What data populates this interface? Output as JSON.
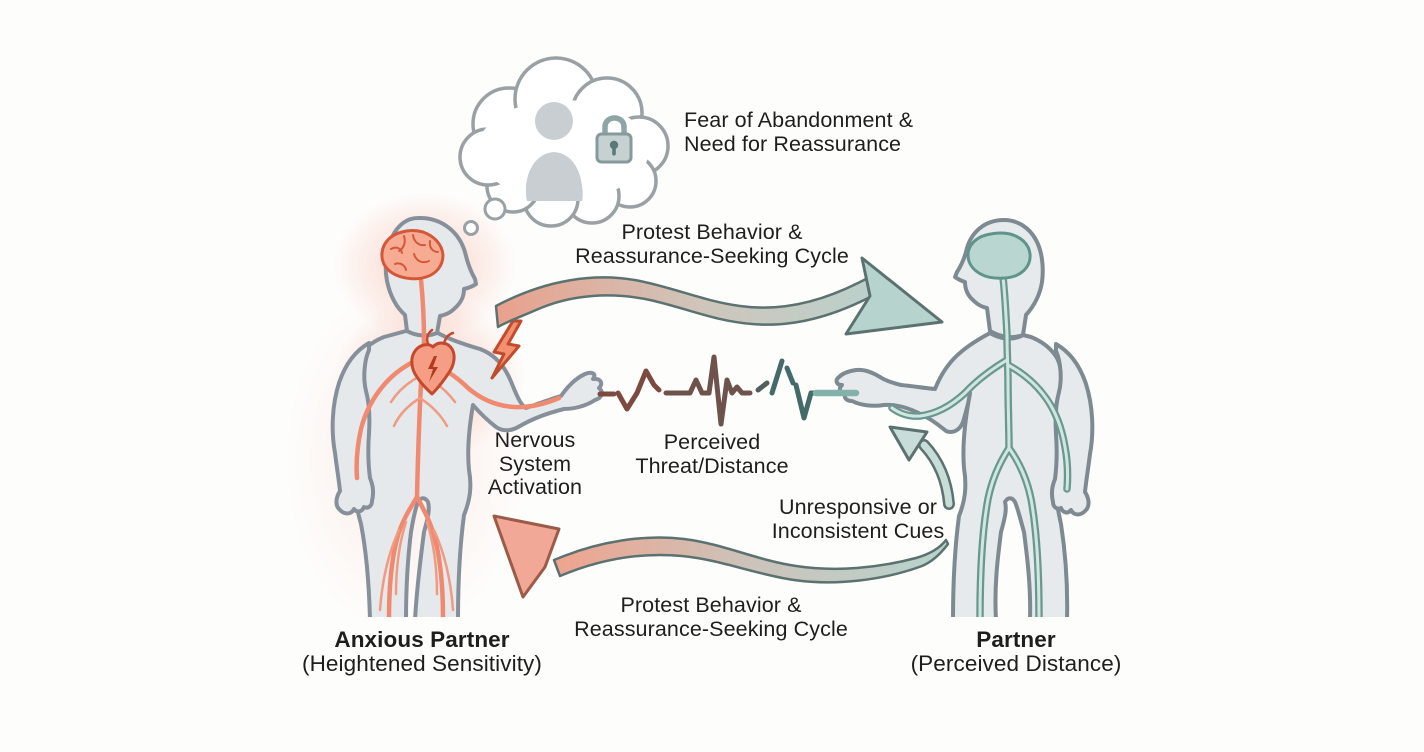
{
  "colors": {
    "background": "#fdfdfc",
    "text": "#1e1e1e",
    "anxious_accent": "#c4492d",
    "anxious_soft": "#f5a18a",
    "partner_accent": "#5f948d",
    "partner_soft": "#b9d7d0",
    "body_fill": "#e5e9eb",
    "body_outline": "#87909a",
    "arrow_outline": "#5c7270",
    "ekg_left": "#7d4a42",
    "ekg_right": "#446b6a"
  },
  "thought_bubble": {
    "line1": "Fear of Abandonment &",
    "line2": "Need for Reassurance",
    "icons": [
      "person-silhouette-icon",
      "lock-icon"
    ]
  },
  "top_arrow": {
    "line1": "Protest Behavior &",
    "line2": "Reassurance-Seeking Cycle",
    "direction": "left-to-right"
  },
  "bottom_arrow": {
    "line1": "Protest Behavior &",
    "line2": "Reassurance-Seeking Cycle",
    "direction": "right-to-left"
  },
  "left_annotation": {
    "line1": "Nervous",
    "line2": "System",
    "line3": "Activation"
  },
  "center_annotation": {
    "line1": "Perceived",
    "line2": "Threat/Distance",
    "icon": "ekg-heartbeat-line"
  },
  "right_annotation": {
    "line1": "Unresponsive or",
    "line2": "Inconsistent Cues",
    "icon": "curved-return-arrow"
  },
  "anxious_partner": {
    "title": "Anxious Partner",
    "subtitle": "(Heightened Sensitivity)",
    "icons": [
      "brain-icon",
      "heart-icon",
      "lightning-icon",
      "nervous-system"
    ]
  },
  "partner": {
    "title": "Partner",
    "subtitle": "(Perceived Distance)",
    "icons": [
      "brain-icon",
      "nervous-system"
    ]
  }
}
